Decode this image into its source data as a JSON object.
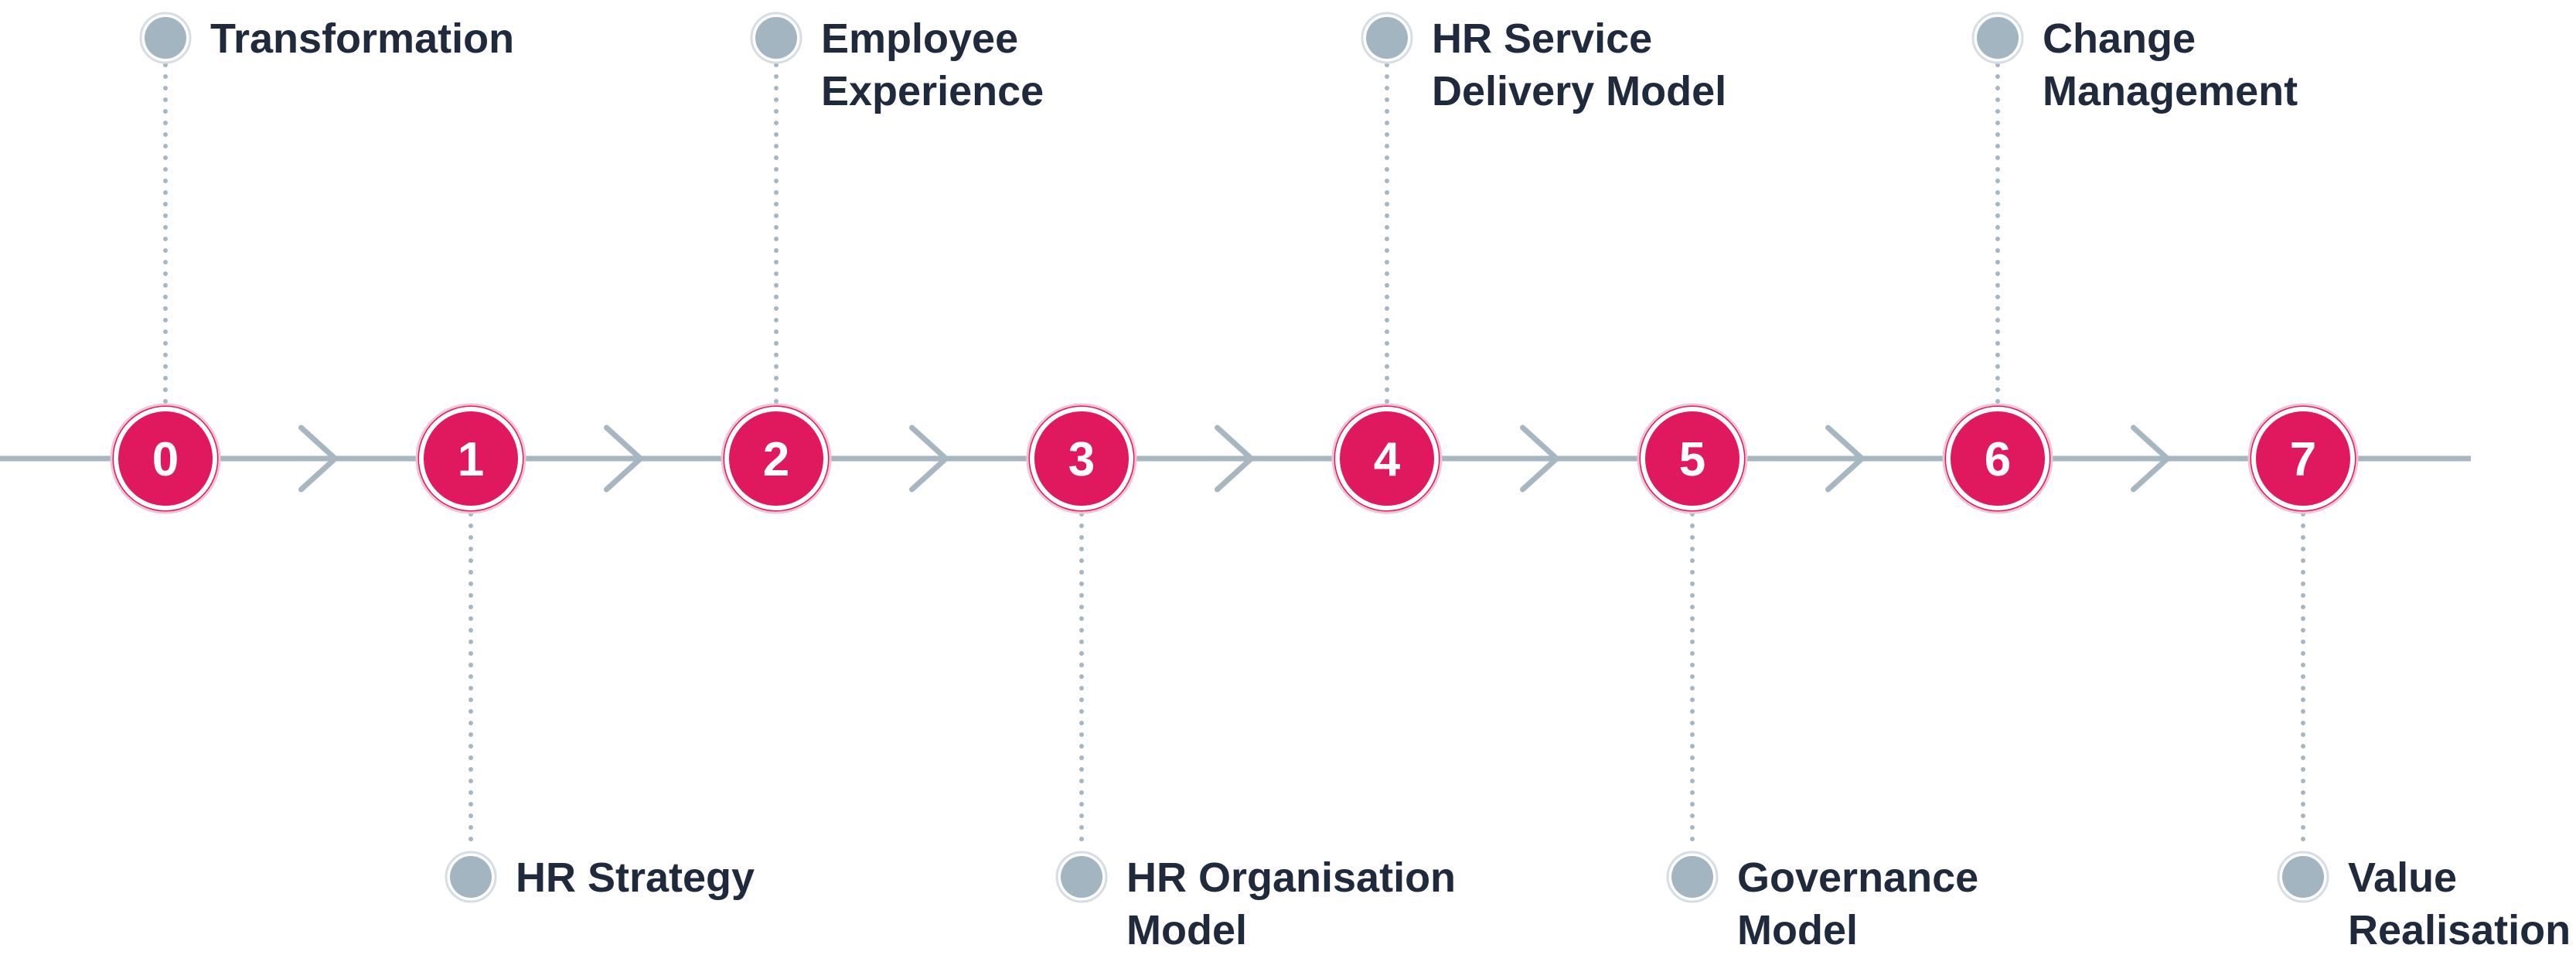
{
  "colors": {
    "line": "#a7b7c2",
    "step_fill": "#e0195e",
    "step_ring": "#ffffff",
    "dot_fill": "#a3b5c1",
    "text": "#1f2a3c"
  },
  "steps": [
    {
      "number": "0",
      "label_lines": [
        "Transformation"
      ],
      "position": "top"
    },
    {
      "number": "1",
      "label_lines": [
        "HR Strategy"
      ],
      "position": "bottom"
    },
    {
      "number": "2",
      "label_lines": [
        "Employee",
        "Experience"
      ],
      "position": "top"
    },
    {
      "number": "3",
      "label_lines": [
        "HR Organisation",
        "Model"
      ],
      "position": "bottom"
    },
    {
      "number": "4",
      "label_lines": [
        "HR Service",
        "Delivery Model"
      ],
      "position": "top"
    },
    {
      "number": "5",
      "label_lines": [
        "Governance",
        "Model"
      ],
      "position": "bottom"
    },
    {
      "number": "6",
      "label_lines": [
        "Change",
        "Management"
      ],
      "position": "top"
    },
    {
      "number": "7",
      "label_lines": [
        "Value",
        "Realisation"
      ],
      "position": "bottom"
    }
  ]
}
